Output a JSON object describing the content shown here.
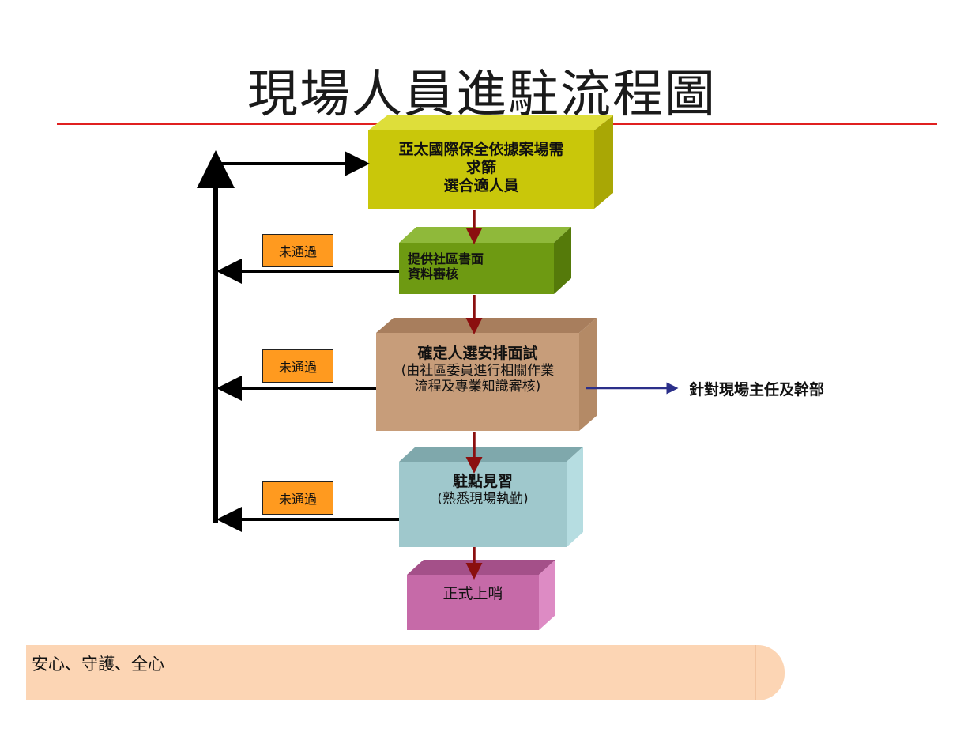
{
  "title": "現場人員進駐流程圖",
  "steps": [
    {
      "line1": "亞太國際保全依據案場需",
      "line2": "求篩",
      "line3": "選合適人員"
    },
    {
      "line1": "提供社區書面",
      "line2": "資料審核"
    },
    {
      "line1": "確定人選安排面試",
      "line2": "(由社區委員進行相關作業",
      "line3": "流程及專業知識審核)"
    },
    {
      "line1": "駐點見習",
      "line2": "(熟悉現場執勤)"
    },
    {
      "line1": "正式上哨"
    }
  ],
  "fail_labels": [
    "未通過",
    "未通過",
    "未通過"
  ],
  "side_note": "針對現場主任及幹部",
  "footer": "安心、守護、全心",
  "colors": {
    "rule": "#e02020",
    "step1": "#c9c70a",
    "step2": "#6e9a12",
    "step3": "#c79d7a",
    "step4": "#9fc8cc",
    "step5": "#c66aa8",
    "fail": "#ff9a1f",
    "arrow_down": "#8b0f0f",
    "side_arrow": "#2b2f8a",
    "footer_bg": "#fcd5b4"
  }
}
